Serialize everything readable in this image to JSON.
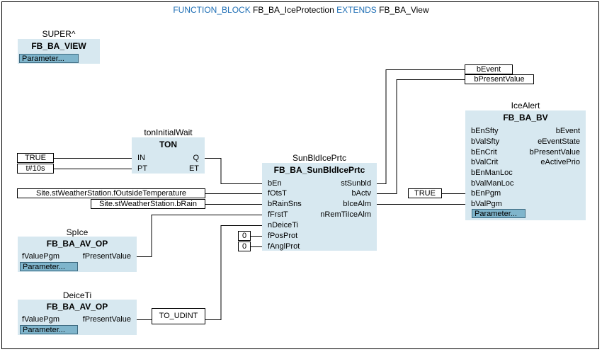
{
  "header": {
    "kw_function_block": "FUNCTION_BLOCK",
    "block_name": "FB_BA_IceProtection",
    "kw_extends": "EXTENDS",
    "base_name": "FB_BA_View"
  },
  "colors": {
    "keyword": "#1f6fb5",
    "block_fill": "#d7e8f0",
    "param_button": "#7fb5cc"
  },
  "super_block": {
    "instance": "SUPER^",
    "type": "FB_BA_VIEW",
    "param_button": "Parameter..."
  },
  "ton_block": {
    "instance": "tonInitialWait",
    "type": "TON",
    "inputs": [
      "IN",
      "PT"
    ],
    "outputs": [
      "Q",
      "ET"
    ],
    "const_in": "TRUE",
    "const_pt": "t#10s"
  },
  "sunbld_block": {
    "instance": "SunBldIcePrtc",
    "type": "FB_BA_SunBldIcePrtc",
    "inputs": [
      "bEn",
      "fOtsT",
      "bRainSns",
      "fFrstT",
      "nDeiceTi",
      "fPosProt",
      "fAnglProt"
    ],
    "outputs": [
      "stSunbld",
      "bActv",
      "bIceAlm",
      "nRemTiIceAlm"
    ],
    "input_vars": [
      "Site.stWeatherStation.fOutsideTemperature",
      "Site.stWeatherStation.bRain"
    ],
    "const_posprot": "0",
    "const_anglprot": "0"
  },
  "icealert_block": {
    "instance": "IceAlert",
    "type": "FB_BA_BV",
    "inputs": [
      "bEnSfty",
      "bValSfty",
      "bEnCrit",
      "bValCrit",
      "bEnManLoc",
      "bValManLoc",
      "bEnPgm",
      "bValPgm"
    ],
    "outputs": [
      "bEvent",
      "eEventState",
      "bPresentValue",
      "eActivePrio"
    ],
    "const_enpgm": "TRUE",
    "param_button": "Parameter..."
  },
  "spice_block": {
    "instance": "SpIce",
    "type": "FB_BA_AV_OP",
    "input": "fValuePgm",
    "output": "fPresentValue",
    "param_button": "Parameter..."
  },
  "deiceti_block": {
    "instance": "DeiceTi",
    "type": "FB_BA_AV_OP",
    "input": "fValuePgm",
    "output": "fPresentValue",
    "param_button": "Parameter..."
  },
  "conversion": {
    "label": "TO_UDINT"
  },
  "outputs": {
    "bevent": "bEvent",
    "bpresentvalue": "bPresentValue"
  }
}
